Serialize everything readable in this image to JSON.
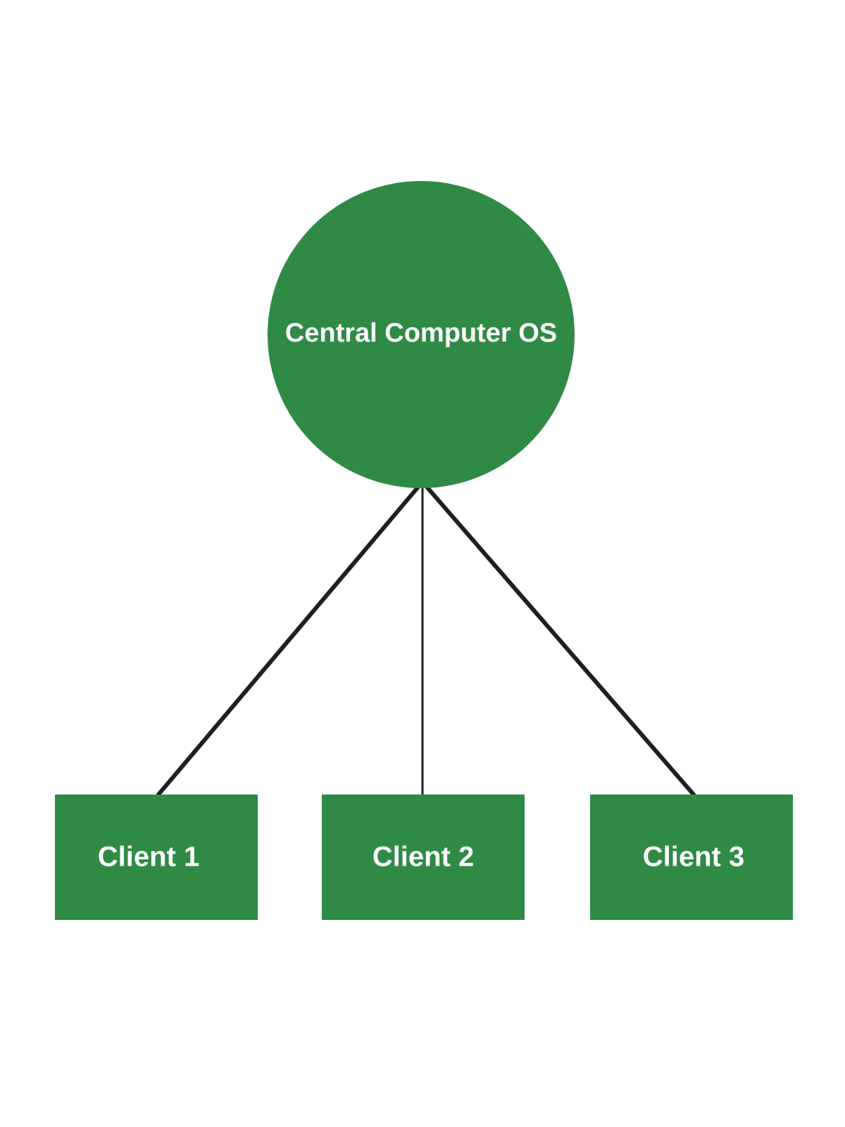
{
  "central_node": {
    "label": "Central Computer OS",
    "shape": "circle",
    "color": "#2f8a45"
  },
  "clients": [
    {
      "label": "Client 1",
      "color": "#2f8a45"
    },
    {
      "label": "Client 2",
      "color": "#2f8a45"
    },
    {
      "label": "Client 3",
      "color": "#2f8a45"
    }
  ],
  "connections": [
    {
      "from": "Central Computer OS",
      "to": "Client 1"
    },
    {
      "from": "Central Computer OS",
      "to": "Client 2"
    },
    {
      "from": "Central Computer OS",
      "to": "Client 3"
    }
  ],
  "colors": {
    "node_fill": "#2f8a45",
    "node_text": "#ffffff",
    "connector": "#1f1f1f",
    "background": "#ffffff"
  }
}
